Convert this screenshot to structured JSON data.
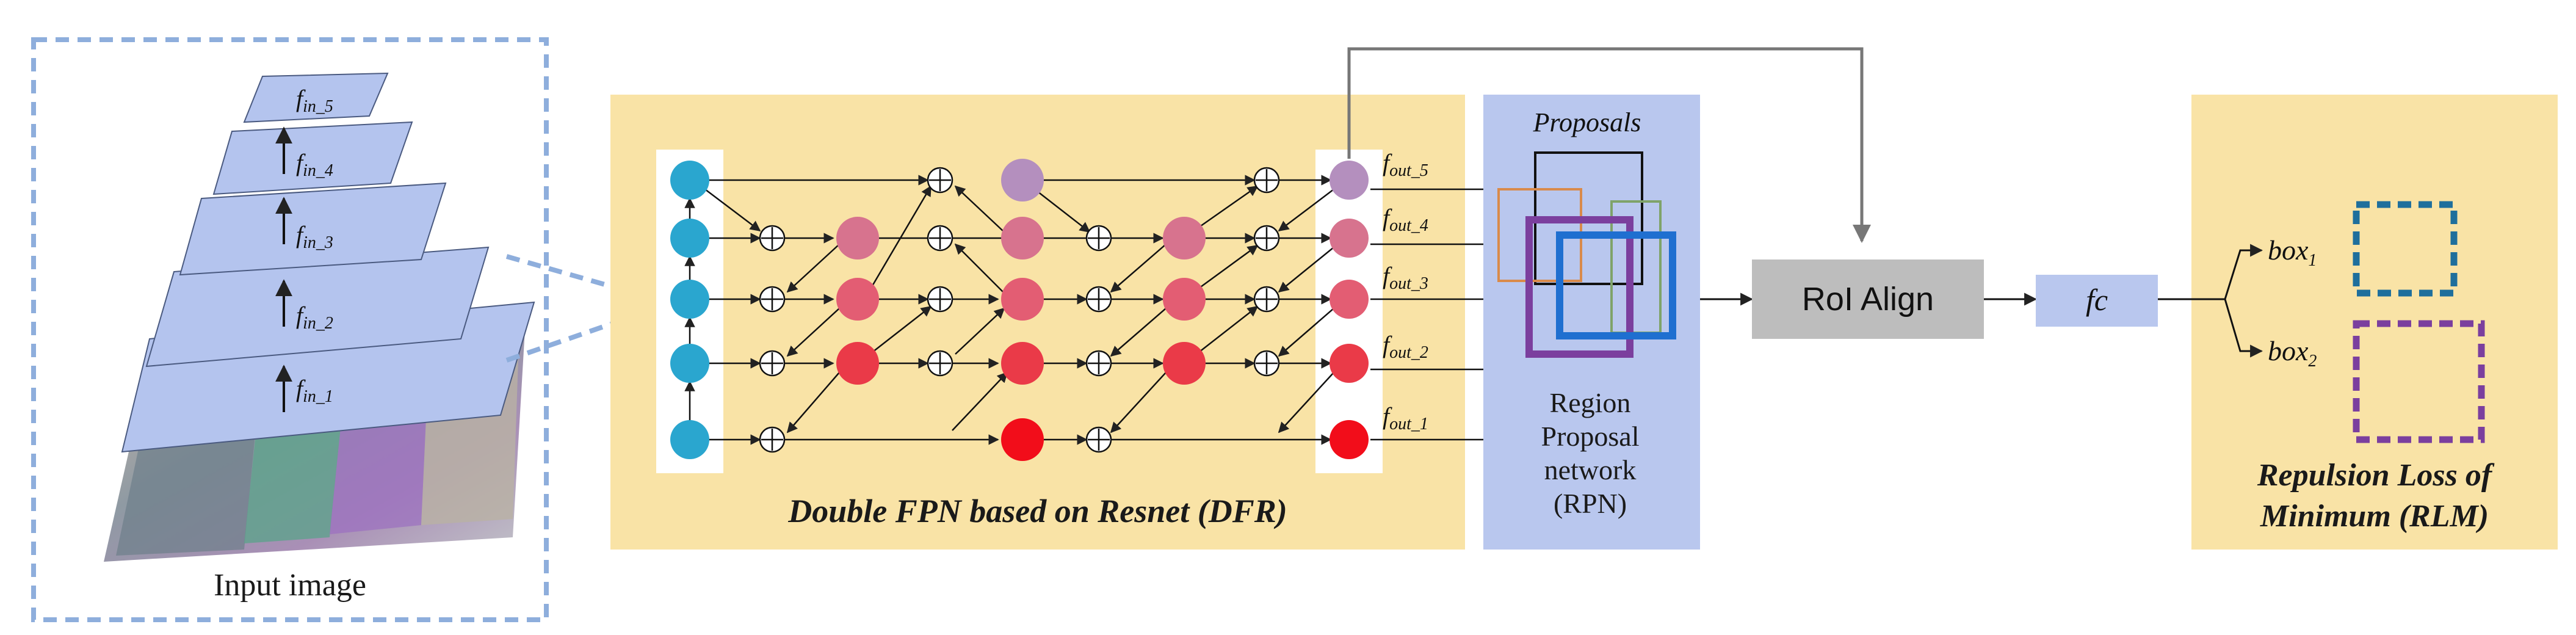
{
  "input_panel": {
    "caption": "Input image",
    "levels": [
      {
        "base": "f",
        "sub": "in_1"
      },
      {
        "base": "f",
        "sub": "in_2"
      },
      {
        "base": "f",
        "sub": "in_3"
      },
      {
        "base": "f",
        "sub": "in_4"
      },
      {
        "base": "f",
        "sub": "in_5"
      }
    ]
  },
  "dfr_panel": {
    "title": "Double FPN based on Resnet (DFR)",
    "outputs": [
      {
        "base": "f",
        "sub": "out_5"
      },
      {
        "base": "f",
        "sub": "out_4"
      },
      {
        "base": "f",
        "sub": "out_3"
      },
      {
        "base": "f",
        "sub": "out_2"
      },
      {
        "base": "f",
        "sub": "out_1"
      }
    ]
  },
  "rpn_panel": {
    "header": "Proposals",
    "label_lines": [
      "Region",
      "Proposal",
      "network",
      "(RPN)"
    ]
  },
  "roi_align": {
    "label": "RoI Align"
  },
  "fc": {
    "label": "fc"
  },
  "rlm_panel": {
    "boxes": [
      {
        "base": "box",
        "sub": "1"
      },
      {
        "base": "box",
        "sub": "2"
      }
    ],
    "title_lines": [
      "Repulsion Loss of",
      "Minimum (RLM)"
    ]
  },
  "colors": {
    "panel_yellow": "#f9e3a6",
    "rpn_blue": "#b9c7ee",
    "gray_box": "#bdbdbd",
    "fc_blue": "#b9c7ee",
    "pyramid_layer": "#b4c4ee",
    "dashed_blue": "#8eaedc",
    "node_cyan": "#2aa6cf",
    "node_mauve": "#b48fbe",
    "node_rose": "#d7738e",
    "node_red": "#ea4a5a",
    "node_bright_red": "#f20d1a",
    "box1_color": "#1f6f9c",
    "box2_color": "#7b3f9e"
  }
}
